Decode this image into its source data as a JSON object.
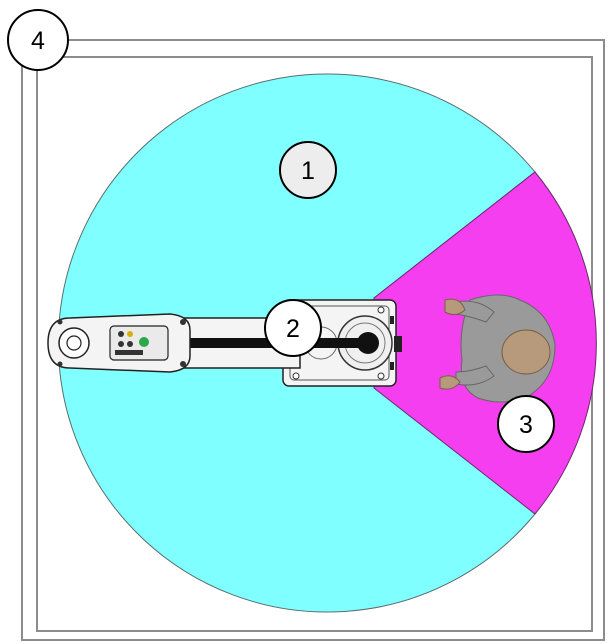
{
  "callouts": [
    {
      "label": "1"
    },
    {
      "label": "2"
    },
    {
      "label": "3"
    },
    {
      "label": "4"
    }
  ],
  "colors": {
    "work_zone": "#7fffff",
    "restricted_zone": "#f53ef0",
    "enclosure": "#8c8c8c",
    "robot_arm": "#f4f4f4",
    "robot_outline": "#222222",
    "person_body": "#9a9a9a",
    "person_head": "#b79a7c"
  },
  "icons": {
    "robot": "scara-robot-top-view-icon",
    "person": "operator-top-view-icon"
  }
}
